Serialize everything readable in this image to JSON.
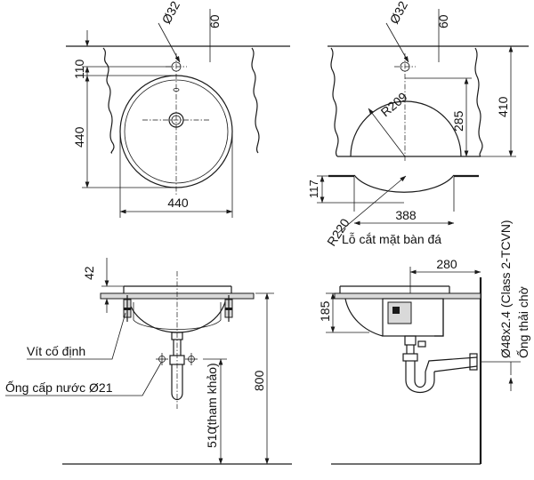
{
  "top_left_view": {
    "dims": {
      "hole_diameter": "Ø32",
      "hole_offset": "60",
      "hole_from_top": "110",
      "bowl_height": "440",
      "bowl_width": "440"
    }
  },
  "top_right_view": {
    "dims": {
      "hole_diameter": "Ø32",
      "hole_offset": "60",
      "bowl_radius": "R209",
      "bowl_depth": "285",
      "overall_depth": "410"
    }
  },
  "cutout_view": {
    "dims": {
      "depth": "117",
      "width": "388",
      "radius": "R220"
    },
    "cutout_label": "Lỗ cắt mặt bàn đá"
  },
  "front_view": {
    "dims": {
      "rim_thickness": "42",
      "install_height": "800",
      "supply_height": "510"
    },
    "supply_height_note": "(tham khảo)",
    "labels": {
      "fixing_screw": "Vít cố định",
      "water_supply": "Ống cấp nước Ø21"
    }
  },
  "side_view": {
    "dims": {
      "drain_offset": "280",
      "bowl_depth": "185"
    },
    "labels": {
      "drain_pipe_spec": "Ø48x2.4 (Class 2-TCVN)",
      "drain_pipe": "Ống thải chờ"
    }
  }
}
